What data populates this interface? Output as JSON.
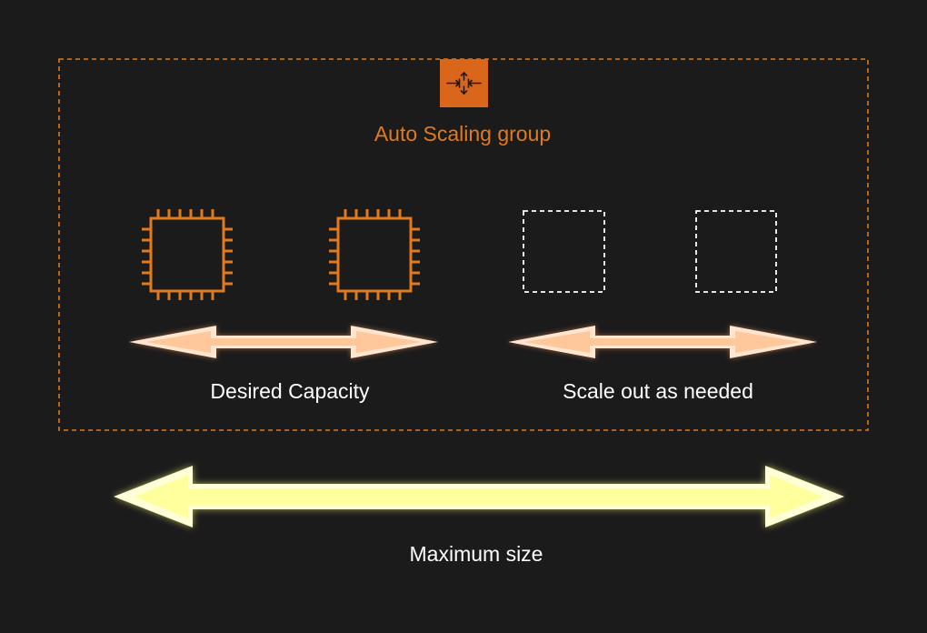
{
  "group": {
    "title": "Auto Scaling group",
    "icon": "auto-scaling-icon",
    "border_color": "#e07a1f"
  },
  "instances": [
    {
      "state": "running",
      "icon": "ec2-instance-icon"
    },
    {
      "state": "running",
      "icon": "ec2-instance-icon"
    },
    {
      "state": "potential",
      "icon": "placeholder-instance-icon"
    },
    {
      "state": "potential",
      "icon": "placeholder-instance-icon"
    }
  ],
  "labels": {
    "desired_capacity": "Desired Capacity",
    "scale_out": "Scale out as needed",
    "maximum_size": "Maximum size"
  },
  "colors": {
    "background": "#1c1b1c",
    "accent": "#e07a1f",
    "icon_fill": "#d9661b",
    "text": "#ffffff",
    "capacity_arrow": "#ffc79a",
    "max_arrow": "#ffff9e"
  }
}
